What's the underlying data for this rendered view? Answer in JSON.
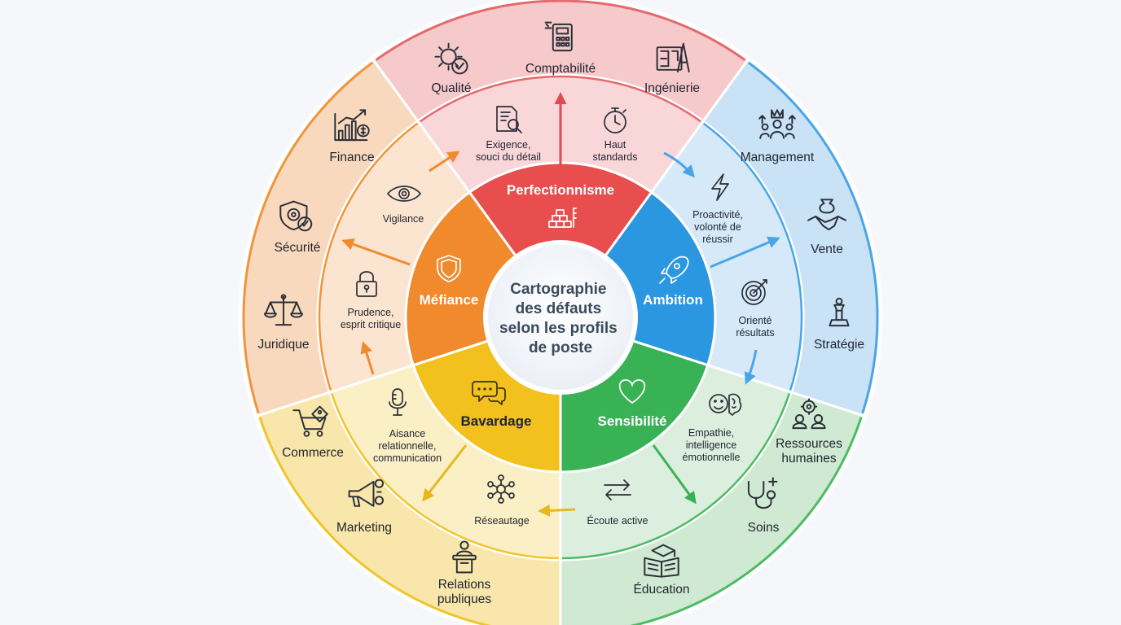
{
  "center_title": [
    "Cartographie",
    "des défauts",
    "selon les profils",
    "de poste"
  ],
  "colors": {
    "perfectionnisme": "#e84e4e",
    "ambition": "#2b97e0",
    "sensibilite": "#38b255",
    "bavardage": "#f2c11d",
    "mefiance": "#f08a2c",
    "outer_red": "#f6c9cb",
    "outer_blue": "#c9e2f5",
    "outer_green": "#cfe9d2",
    "outer_yellow": "#f8e6aa",
    "outer_orange": "#f9d9bd"
  },
  "defects": [
    {
      "label": "Perfectionnisme",
      "icon": "stacked-bricks-icon"
    },
    {
      "label": "Ambition",
      "icon": "rocket-icon"
    },
    {
      "label": "Sensibilité",
      "icon": "heart-icon"
    },
    {
      "label": "Bavardage",
      "icon": "chat-bubbles-icon"
    },
    {
      "label": "Méfiance",
      "icon": "shield-icon"
    }
  ],
  "qualities": [
    {
      "lines": [
        "Exigence,",
        "souci du détail"
      ],
      "icon": "document-search-icon"
    },
    {
      "lines": [
        "Haut",
        "standards"
      ],
      "icon": "stopwatch-icon"
    },
    {
      "lines": [
        "Proactivité,",
        "volonté de",
        "réussir"
      ],
      "icon": "lightning-icon"
    },
    {
      "lines": [
        "Orienté",
        "résultats"
      ],
      "icon": "target-icon"
    },
    {
      "lines": [
        "Empathie,",
        "intelligence",
        "émotionnelle"
      ],
      "icon": "smile-brain-icon"
    },
    {
      "lines": [
        "Écoute active"
      ],
      "icon": "exchange-arrows-icon"
    },
    {
      "lines": [
        "Réseautage"
      ],
      "icon": "network-icon"
    },
    {
      "lines": [
        "Aisance",
        "relationnelle,",
        "communication"
      ],
      "icon": "microphone-icon"
    },
    {
      "lines": [
        "Prudence,",
        "esprit critique"
      ],
      "icon": "lock-icon"
    },
    {
      "lines": [
        "Vigilance"
      ],
      "icon": "eye-icon"
    }
  ],
  "professions": [
    {
      "lines": [
        "Qualité"
      ],
      "icon": "gear-check-icon"
    },
    {
      "lines": [
        "Comptabilité"
      ],
      "icon": "calculator-icon"
    },
    {
      "lines": [
        "Ingénierie"
      ],
      "icon": "blueprint-icon"
    },
    {
      "lines": [
        "Management"
      ],
      "icon": "team-crown-icon"
    },
    {
      "lines": [
        "Vente"
      ],
      "icon": "handshake-money-icon"
    },
    {
      "lines": [
        "Stratégie"
      ],
      "icon": "chess-piece-icon"
    },
    {
      "lines": [
        "Ressources",
        "humaines"
      ],
      "icon": "people-gear-icon"
    },
    {
      "lines": [
        "Soins"
      ],
      "icon": "stethoscope-icon"
    },
    {
      "lines": [
        "Éducation"
      ],
      "icon": "book-cap-icon"
    },
    {
      "lines": [
        "Relations",
        "publiques"
      ],
      "icon": "podium-icon"
    },
    {
      "lines": [
        "Marketing"
      ],
      "icon": "megaphone-icon"
    },
    {
      "lines": [
        "Commerce"
      ],
      "icon": "shopping-cart-icon"
    },
    {
      "lines": [
        "Juridique"
      ],
      "icon": "scales-icon"
    },
    {
      "lines": [
        "Sécurité"
      ],
      "icon": "shield-check-icon"
    },
    {
      "lines": [
        "Finance"
      ],
      "icon": "chart-coins-icon"
    }
  ]
}
